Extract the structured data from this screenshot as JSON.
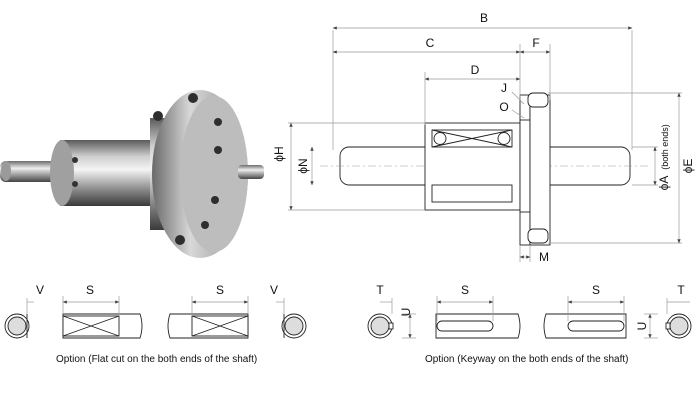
{
  "photo": {
    "alt_icon": "shaft-support-unit-photo"
  },
  "drawing": {
    "labels": {
      "B": "B",
      "C": "C",
      "F": "F",
      "D": "D",
      "J": "J",
      "O": "O",
      "phiH": "ϕH",
      "phiN": "ϕN",
      "phiA": "ϕA",
      "both_ends": "(both ends)",
      "phiE": "ϕE",
      "M": "M"
    }
  },
  "options": {
    "flat": {
      "V_left": "V",
      "S_left": "S",
      "S_right": "S",
      "V_right": "V",
      "caption": "Option (Flat cut on the both ends of the shaft)"
    },
    "keyway": {
      "T_left": "T",
      "U_left": "U",
      "S_left": "S",
      "S_right": "S",
      "U_right": "U",
      "T_right": "T",
      "caption": "Option (Keyway on the both ends of the shaft)"
    }
  },
  "colors": {
    "line": "#222222",
    "dim": "#9a9a9a",
    "metal_dark": "#4a4a4a",
    "metal_light": "#e8e8e8"
  }
}
